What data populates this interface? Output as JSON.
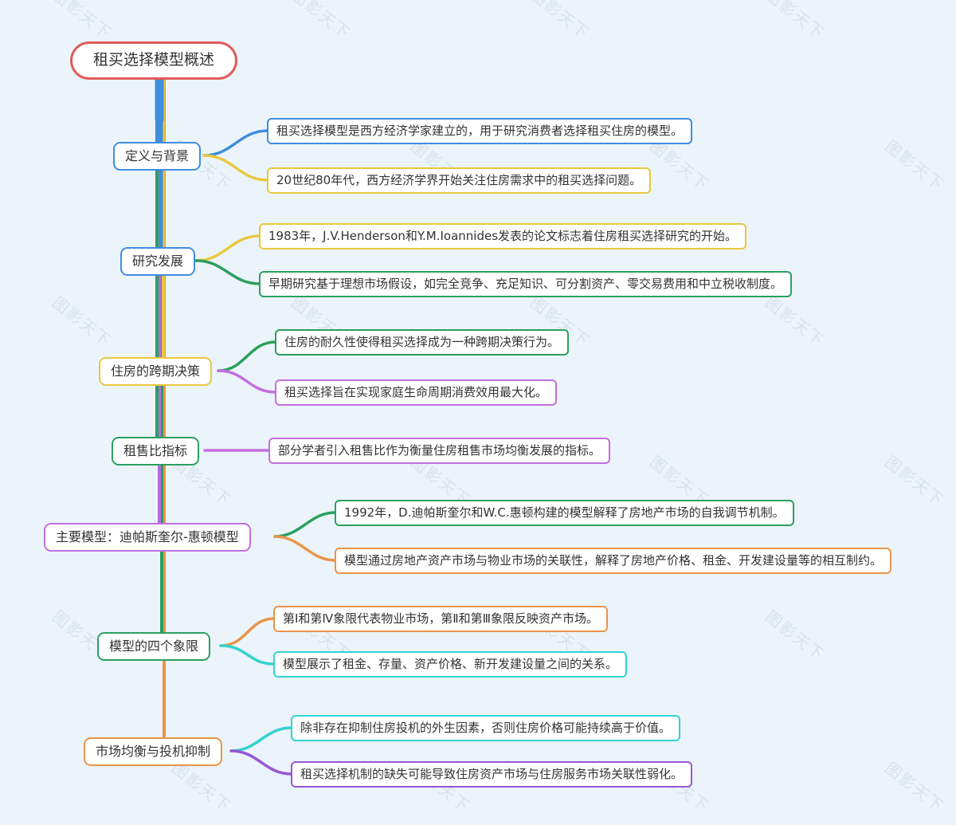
{
  "root": {
    "label": "租买选择模型概述"
  },
  "watermark": {
    "text": "图影天下"
  },
  "colors": {
    "background": "#ebf4fa",
    "root_border": "#e15b5b",
    "blue": "#3e8ede",
    "yellow": "#e9c740",
    "green": "#2ba05e",
    "violet": "#c26fe0",
    "purple": "#9757d3",
    "orange": "#ea9449",
    "cyan": "#33d3cf"
  },
  "branches": [
    {
      "label": "定义与背景",
      "leaves": [
        {
          "text": "租买选择模型是西方经济学家建立的，用于研究消费者选择租买住房的模型。"
        },
        {
          "text": "20世纪80年代，西方经济学界开始关注住房需求中的租买选择问题。"
        }
      ]
    },
    {
      "label": "研究发展",
      "leaves": [
        {
          "text": "1983年，J.V.Henderson和Y.M.Ioannides发表的论文标志着住房租买选择研究的开始。"
        },
        {
          "text": "早期研究基于理想市场假设，如完全竞争、充足知识、可分割资产、零交易费用和中立税收制度。"
        }
      ]
    },
    {
      "label": "住房的跨期决策",
      "leaves": [
        {
          "text": "住房的耐久性使得租买选择成为一种跨期决策行为。"
        },
        {
          "text": "租买选择旨在实现家庭生命周期消费效用最大化。"
        }
      ]
    },
    {
      "label": "租售比指标",
      "leaves": [
        {
          "text": "部分学者引入租售比作为衡量住房租售市场均衡发展的指标。"
        }
      ]
    },
    {
      "label": "主要模型：迪帕斯奎尔-惠顿模型",
      "leaves": [
        {
          "text": "1992年，D.迪帕斯奎尔和W.C.惠顿构建的模型解释了房地产市场的自我调节机制。"
        },
        {
          "text": "模型通过房地产资产市场与物业市场的关联性，解释了房地产价格、租金、开发建设量等的相互制约。"
        }
      ]
    },
    {
      "label": "模型的四个象限",
      "leaves": [
        {
          "text": "第I和第Ⅳ象限代表物业市场，第Ⅱ和第Ⅲ象限反映资产市场。"
        },
        {
          "text": "模型展示了租金、存量、资产价格、新开发建设量之间的关系。"
        }
      ]
    },
    {
      "label": "市场均衡与投机抑制",
      "leaves": [
        {
          "text": "除非存在抑制住房投机的外生因素，否则住房价格可能持续高于价值。"
        },
        {
          "text": "租买选择机制的缺失可能导致住房资产市场与住房服务市场关联性弱化。"
        }
      ]
    }
  ]
}
